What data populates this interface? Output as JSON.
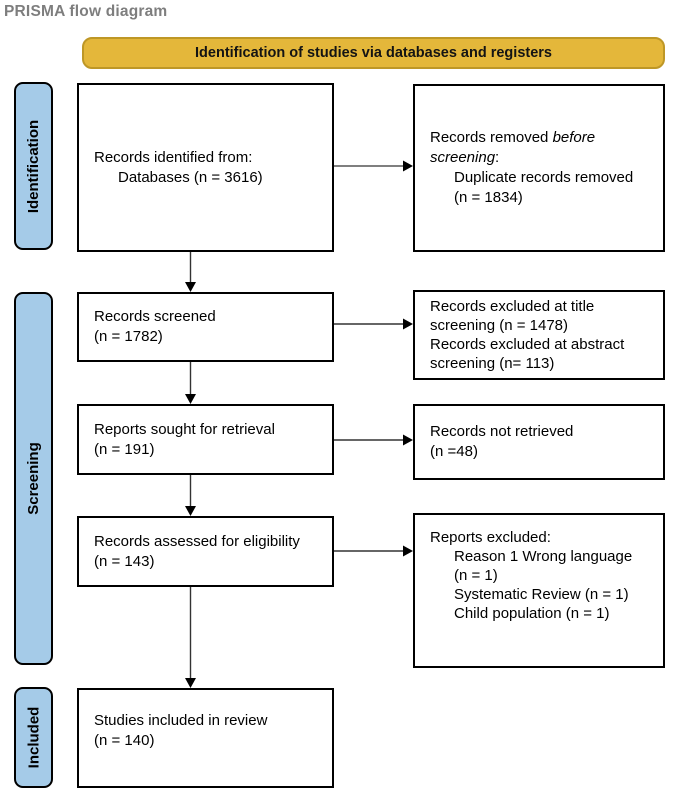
{
  "page_title": "PRISMA flow diagram",
  "banner": {
    "label": "Identification of studies via databases and registers"
  },
  "stages": {
    "identification": "Identification",
    "screening": "Screening",
    "included": "Included"
  },
  "boxes": {
    "identified": {
      "l1": "Records identified from:",
      "l2": "Databases (n = 3616)"
    },
    "removed": {
      "l1a": "Records removed ",
      "l1b": "before",
      "l2a": "screening",
      "l2b": ":",
      "l3": "Duplicate records removed",
      "l4": "(n = 1834)"
    },
    "screened": {
      "l1": "Records screened",
      "l2": "(n = 1782)"
    },
    "excluded_at_screening": {
      "l1": "Records excluded at title",
      "l2": "screening (n = 1478)",
      "l3": "Records excluded at abstract",
      "l4": "screening (n= 113)"
    },
    "sought": {
      "l1": "Reports sought for retrieval",
      "l2": "(n = 191)"
    },
    "not_retrieved": {
      "l1": "Records not retrieved",
      "l2": "(n =48)"
    },
    "assessed": {
      "l1": "Records assessed for eligibility",
      "l2": "(n = 143)"
    },
    "reports_excluded": {
      "l1": "Reports excluded:",
      "l2": "Reason 1 Wrong language",
      "l3": "(n = 1)",
      "l4": "Systematic Review (n = 1)",
      "l5": "Child population (n = 1)"
    },
    "included": {
      "l1": "Studies included in review",
      "l2": "(n = 140)"
    }
  },
  "colors": {
    "banner_fill": "#E4B73A",
    "banner_border": "#BE9726",
    "stage_fill": "#A5CBE8",
    "title_gray": "#7E7E7E",
    "line_color": "#333333"
  }
}
